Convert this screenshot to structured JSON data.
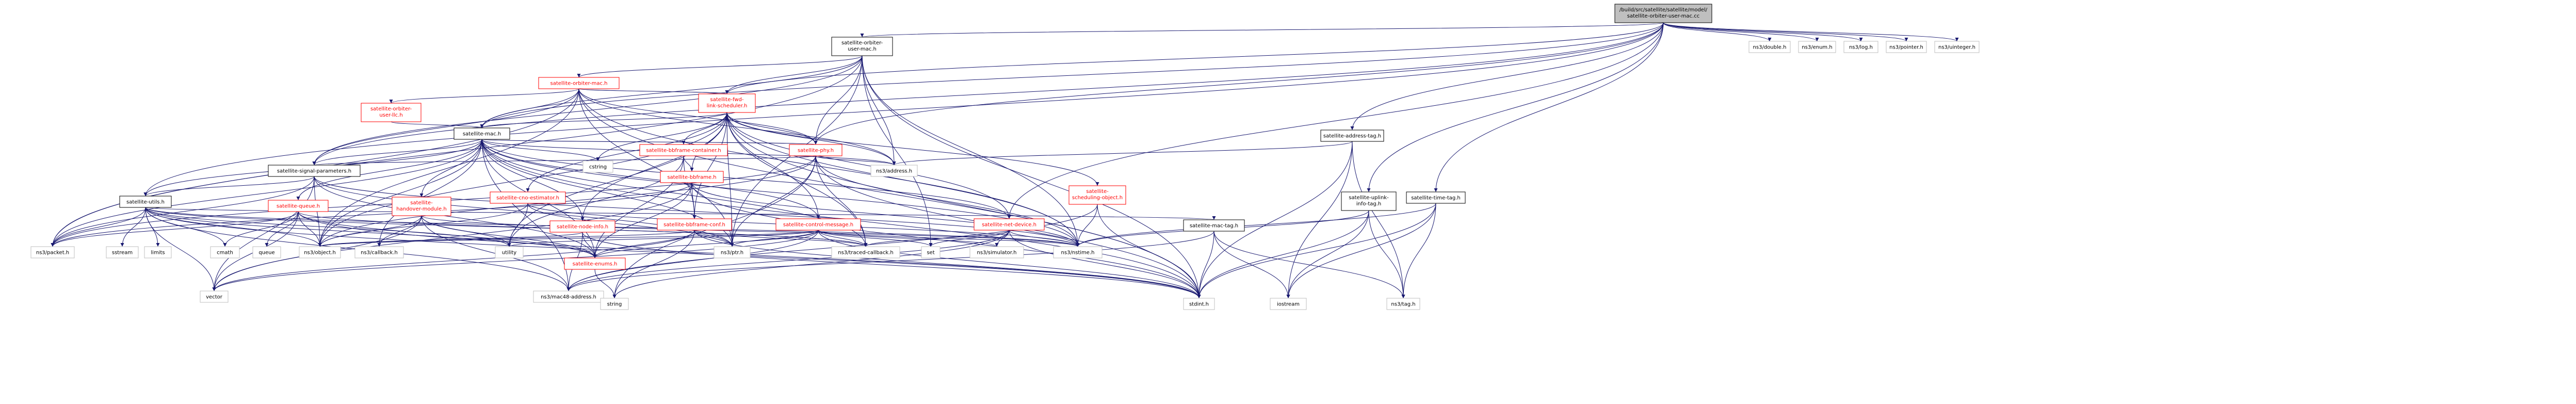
{
  "colors": {
    "root_fill": "#bfbfbf",
    "node_fill": "#ffffff",
    "border_black": "#000000",
    "border_gray": "#bfbfbf",
    "border_red": "#ff0000",
    "text_black": "#000000",
    "text_red": "#ff0000",
    "edge_blue": "#191970"
  },
  "nodes": [
    {
      "id": "root",
      "label": "/build/src/satellite/satellite/model/satellite-orbiter-user-mac.cc",
      "kind": "root"
    },
    {
      "id": "orbiter_user_mac_h",
      "label": "satellite-orbiter-user-mac.h",
      "kind": "local"
    },
    {
      "id": "double",
      "label": "ns3/double.h",
      "kind": "external"
    },
    {
      "id": "enum",
      "label": "ns3/enum.h",
      "kind": "external"
    },
    {
      "id": "log",
      "label": "ns3/log.h",
      "kind": "external"
    },
    {
      "id": "pointer",
      "label": "ns3/pointer.h",
      "kind": "external"
    },
    {
      "id": "uinteger",
      "label": "ns3/uinteger.h",
      "kind": "external"
    },
    {
      "id": "orbiter_mac_h",
      "label": "satellite-orbiter-mac.h",
      "kind": "red"
    },
    {
      "id": "address_tag_h",
      "label": "satellite-address-tag.h",
      "kind": "local"
    },
    {
      "id": "uplink_info_tag_h",
      "label": "satellite-uplink-info-tag.h",
      "kind": "local"
    },
    {
      "id": "time_tag_h",
      "label": "satellite-time-tag.h",
      "kind": "local"
    },
    {
      "id": "orbiter_user_llc_h",
      "label": "satellite-orbiter-user-llc.h",
      "kind": "red"
    },
    {
      "id": "fwd_link_scheduler_h",
      "label": "satellite-fwd-link-scheduler.h",
      "kind": "red"
    },
    {
      "id": "mac_h",
      "label": "satellite-mac.h",
      "kind": "local"
    },
    {
      "id": "bbframe_container_h",
      "label": "satellite-bbframe-container.h",
      "kind": "red"
    },
    {
      "id": "phy_h",
      "label": "satellite-phy.h",
      "kind": "red"
    },
    {
      "id": "address",
      "label": "ns3/address.h",
      "kind": "external"
    },
    {
      "id": "signal_params_h",
      "label": "satellite-signal-parameters.h",
      "kind": "local"
    },
    {
      "id": "bbframe_h",
      "label": "satellite-bbframe.h",
      "kind": "red"
    },
    {
      "id": "scheduling_object_h",
      "label": "satellite-scheduling-object.h",
      "kind": "red"
    },
    {
      "id": "utils_h",
      "label": "satellite-utils.h",
      "kind": "local"
    },
    {
      "id": "queue_h",
      "label": "satellite-queue.h",
      "kind": "red"
    },
    {
      "id": "handover_h",
      "label": "satellite-handover-module.h",
      "kind": "red"
    },
    {
      "id": "cno_estimator_h",
      "label": "satellite-cno-estimator.h",
      "kind": "red"
    },
    {
      "id": "node_info_h",
      "label": "satellite-node-info.h",
      "kind": "red"
    },
    {
      "id": "bbframe_conf_h",
      "label": "satellite-bbframe-conf.h",
      "kind": "red"
    },
    {
      "id": "control_message_h",
      "label": "satellite-control-message.h",
      "kind": "red"
    },
    {
      "id": "net_device_h",
      "label": "satellite-net-device.h",
      "kind": "red"
    },
    {
      "id": "mac_tag_h",
      "label": "satellite-mac-tag.h",
      "kind": "local"
    },
    {
      "id": "cstring",
      "label": "cstring",
      "kind": "external"
    },
    {
      "id": "packet",
      "label": "ns3/packet.h",
      "kind": "external"
    },
    {
      "id": "sstream",
      "label": "sstream",
      "kind": "external"
    },
    {
      "id": "limits",
      "label": "limits",
      "kind": "external"
    },
    {
      "id": "cmath",
      "label": "cmath",
      "kind": "external"
    },
    {
      "id": "queue",
      "label": "queue",
      "kind": "external"
    },
    {
      "id": "object",
      "label": "ns3/object.h",
      "kind": "external"
    },
    {
      "id": "callback",
      "label": "ns3/callback.h",
      "kind": "external"
    },
    {
      "id": "utility",
      "label": "utility",
      "kind": "external"
    },
    {
      "id": "enums",
      "label": "satellite-enums.h",
      "kind": "red"
    },
    {
      "id": "traced_callback",
      "label": "ns3/traced-callback.h",
      "kind": "external"
    },
    {
      "id": "ptr",
      "label": "ns3/ptr.h",
      "kind": "external"
    },
    {
      "id": "set",
      "label": "set",
      "kind": "external"
    },
    {
      "id": "simulator",
      "label": "ns3/simulator.h",
      "kind": "external"
    },
    {
      "id": "nstime",
      "label": "ns3/nstime.h",
      "kind": "external"
    },
    {
      "id": "vector",
      "label": "vector",
      "kind": "external"
    },
    {
      "id": "mac48",
      "label": "ns3/mac48-address.h",
      "kind": "external"
    },
    {
      "id": "string",
      "label": "string",
      "kind": "external"
    },
    {
      "id": "stdint",
      "label": "stdint.h",
      "kind": "external"
    },
    {
      "id": "iostream",
      "label": "iostream",
      "kind": "external"
    },
    {
      "id": "tag",
      "label": "ns3/tag.h",
      "kind": "external"
    }
  ],
  "edges": [
    [
      "root",
      "orbiter_user_mac_h"
    ],
    [
      "root",
      "double"
    ],
    [
      "root",
      "enum"
    ],
    [
      "root",
      "log"
    ],
    [
      "root",
      "pointer"
    ],
    [
      "root",
      "uinteger"
    ],
    [
      "root",
      "address_tag_h"
    ],
    [
      "root",
      "uplink_info_tag_h"
    ],
    [
      "root",
      "time_tag_h"
    ],
    [
      "root",
      "utils_h"
    ],
    [
      "root",
      "mac_h"
    ],
    [
      "root",
      "signal_params_h"
    ],
    [
      "root",
      "net_device_h"
    ],
    [
      "root",
      "phy_h"
    ],
    [
      "root",
      "fwd_link_scheduler_h"
    ],
    [
      "orbiter_user_mac_h",
      "orbiter_mac_h"
    ],
    [
      "orbiter_user_mac_h",
      "fwd_link_scheduler_h"
    ],
    [
      "orbiter_user_mac_h",
      "phy_h"
    ],
    [
      "orbiter_user_mac_h",
      "mac_h"
    ],
    [
      "orbiter_user_mac_h",
      "signal_params_h"
    ],
    [
      "orbiter_user_mac_h",
      "address"
    ],
    [
      "orbiter_user_mac_h",
      "nstime"
    ],
    [
      "orbiter_user_mac_h",
      "ptr"
    ],
    [
      "orbiter_user_mac_h",
      "packet"
    ],
    [
      "orbiter_user_mac_h",
      "stdint"
    ],
    [
      "orbiter_user_mac_h",
      "set"
    ],
    [
      "orbiter_mac_h",
      "orbiter_user_llc_h"
    ],
    [
      "orbiter_mac_h",
      "fwd_link_scheduler_h"
    ],
    [
      "orbiter_mac_h",
      "mac_h"
    ],
    [
      "orbiter_mac_h",
      "phy_h"
    ],
    [
      "orbiter_mac_h",
      "signal_params_h"
    ],
    [
      "orbiter_mac_h",
      "address"
    ],
    [
      "orbiter_mac_h",
      "nstime"
    ],
    [
      "orbiter_mac_h",
      "ptr"
    ],
    [
      "orbiter_mac_h",
      "packet"
    ],
    [
      "orbiter_mac_h",
      "object"
    ],
    [
      "orbiter_mac_h",
      "stdint"
    ],
    [
      "orbiter_user_llc_h",
      "mac_h"
    ],
    [
      "fwd_link_scheduler_h",
      "mac_h"
    ],
    [
      "fwd_link_scheduler_h",
      "bbframe_container_h"
    ],
    [
      "fwd_link_scheduler_h",
      "phy_h"
    ],
    [
      "fwd_link_scheduler_h",
      "bbframe_h"
    ],
    [
      "fwd_link_scheduler_h",
      "scheduling_object_h"
    ],
    [
      "fwd_link_scheduler_h",
      "cno_estimator_h"
    ],
    [
      "fwd_link_scheduler_h",
      "node_info_h"
    ],
    [
      "fwd_link_scheduler_h",
      "bbframe_conf_h"
    ],
    [
      "fwd_link_scheduler_h",
      "control_message_h"
    ],
    [
      "fwd_link_scheduler_h",
      "net_device_h"
    ],
    [
      "fwd_link_scheduler_h",
      "address"
    ],
    [
      "fwd_link_scheduler_h",
      "cstring"
    ],
    [
      "fwd_link_scheduler_h",
      "object"
    ],
    [
      "fwd_link_scheduler_h",
      "ptr"
    ],
    [
      "fwd_link_scheduler_h",
      "nstime"
    ],
    [
      "fwd_link_scheduler_h",
      "traced_callback"
    ],
    [
      "fwd_link_scheduler_h",
      "utility"
    ],
    [
      "fwd_link_scheduler_h",
      "stdint"
    ],
    [
      "mac_h",
      "cstring"
    ],
    [
      "mac_h",
      "phy_h"
    ],
    [
      "mac_h",
      "signal_params_h"
    ],
    [
      "mac_h",
      "utils_h"
    ],
    [
      "mac_h",
      "queue_h"
    ],
    [
      "mac_h",
      "handover_h"
    ],
    [
      "mac_h",
      "node_info_h"
    ],
    [
      "mac_h",
      "control_message_h"
    ],
    [
      "mac_h",
      "net_device_h"
    ],
    [
      "mac_h",
      "address"
    ],
    [
      "mac_h",
      "object"
    ],
    [
      "mac_h",
      "callback"
    ],
    [
      "mac_h",
      "traced_callback"
    ],
    [
      "mac_h",
      "ptr"
    ],
    [
      "mac_h",
      "nstime"
    ],
    [
      "mac_h",
      "packet"
    ],
    [
      "mac_h",
      "mac48"
    ],
    [
      "mac_h",
      "stdint"
    ],
    [
      "mac_h",
      "enums"
    ],
    [
      "bbframe_container_h",
      "bbframe_h"
    ],
    [
      "bbframe_container_h",
      "bbframe_conf_h"
    ],
    [
      "bbframe_container_h",
      "enums"
    ],
    [
      "bbframe_container_h",
      "utility"
    ],
    [
      "phy_h",
      "signal_params_h"
    ],
    [
      "phy_h",
      "address"
    ],
    [
      "phy_h",
      "object"
    ],
    [
      "phy_h",
      "ptr"
    ],
    [
      "phy_h",
      "nstime"
    ],
    [
      "phy_h",
      "packet"
    ],
    [
      "phy_h",
      "string"
    ],
    [
      "phy_h",
      "stdint"
    ],
    [
      "phy_h",
      "traced_callback"
    ],
    [
      "signal_params_h",
      "utils_h"
    ],
    [
      "signal_params_h",
      "object"
    ],
    [
      "signal_params_h",
      "ptr"
    ],
    [
      "signal_params_h",
      "packet"
    ],
    [
      "signal_params_h",
      "vector"
    ],
    [
      "signal_params_h",
      "nstime"
    ],
    [
      "signal_params_h",
      "enums"
    ],
    [
      "bbframe_h",
      "bbframe_conf_h"
    ],
    [
      "bbframe_h",
      "enums"
    ],
    [
      "bbframe_h",
      "nstime"
    ],
    [
      "bbframe_h",
      "packet"
    ],
    [
      "bbframe_h",
      "vector"
    ],
    [
      "bbframe_h",
      "stdint"
    ],
    [
      "scheduling_object_h",
      "nstime"
    ],
    [
      "scheduling_object_h",
      "stdint"
    ],
    [
      "scheduling_object_h",
      "mac48"
    ],
    [
      "utils_h",
      "sstream"
    ],
    [
      "utils_h",
      "limits"
    ],
    [
      "utils_h",
      "cmath"
    ],
    [
      "utils_h",
      "packet"
    ],
    [
      "utils_h",
      "object"
    ],
    [
      "utils_h",
      "utility"
    ],
    [
      "utils_h",
      "enums"
    ],
    [
      "utils_h",
      "vector"
    ],
    [
      "utils_h",
      "mac48"
    ],
    [
      "utils_h",
      "stdint"
    ],
    [
      "utils_h",
      "nstime"
    ],
    [
      "utils_h",
      "mac_tag_h"
    ],
    [
      "utils_h",
      "traced_callback"
    ],
    [
      "queue_h",
      "queue"
    ],
    [
      "queue_h",
      "cmath"
    ],
    [
      "queue_h",
      "packet"
    ],
    [
      "queue_h",
      "object"
    ],
    [
      "queue_h",
      "traced_callback"
    ],
    [
      "queue_h",
      "enums"
    ],
    [
      "queue_h",
      "vector"
    ],
    [
      "queue_h",
      "stdint"
    ],
    [
      "handover_h",
      "object"
    ],
    [
      "handover_h",
      "callback"
    ],
    [
      "handover_h",
      "utility"
    ],
    [
      "handover_h",
      "vector"
    ],
    [
      "handover_h",
      "mac48"
    ],
    [
      "handover_h",
      "nstime"
    ],
    [
      "handover_h",
      "enums"
    ],
    [
      "cno_estimator_h",
      "object"
    ],
    [
      "cno_estimator_h",
      "ptr"
    ],
    [
      "cno_estimator_h",
      "nstime"
    ],
    [
      "cno_estimator_h",
      "utility"
    ],
    [
      "node_info_h",
      "enums"
    ],
    [
      "node_info_h",
      "mac48"
    ],
    [
      "node_info_h",
      "object"
    ],
    [
      "node_info_h",
      "stdint"
    ],
    [
      "bbframe_conf_h",
      "enums"
    ],
    [
      "bbframe_conf_h",
      "vector"
    ],
    [
      "bbframe_conf_h",
      "ptr"
    ],
    [
      "bbframe_conf_h",
      "object"
    ],
    [
      "bbframe_conf_h",
      "string"
    ],
    [
      "bbframe_conf_h",
      "stdint"
    ],
    [
      "bbframe_conf_h",
      "traced_callback"
    ],
    [
      "control_message_h",
      "utility"
    ],
    [
      "control_message_h",
      "object"
    ],
    [
      "control_message_h",
      "ptr"
    ],
    [
      "control_message_h",
      "nstime"
    ],
    [
      "control_message_h",
      "simulator"
    ],
    [
      "control_message_h",
      "enums"
    ],
    [
      "control_message_h",
      "vector"
    ],
    [
      "control_message_h",
      "mac48"
    ],
    [
      "control_message_h",
      "set"
    ],
    [
      "control_message_h",
      "traced_callback"
    ],
    [
      "control_message_h",
      "stdint"
    ],
    [
      "net_device_h",
      "nstime"
    ],
    [
      "net_device_h",
      "simulator"
    ],
    [
      "net_device_h",
      "traced_callback"
    ],
    [
      "net_device_h",
      "mac48"
    ],
    [
      "net_device_h",
      "string"
    ],
    [
      "net_device_h",
      "stdint"
    ],
    [
      "net_device_h",
      "set"
    ],
    [
      "address_tag_h",
      "address"
    ],
    [
      "address_tag_h",
      "tag"
    ],
    [
      "address_tag_h",
      "stdint"
    ],
    [
      "address_tag_h",
      "iostream"
    ],
    [
      "uplink_info_tag_h",
      "nstime"
    ],
    [
      "uplink_info_tag_h",
      "tag"
    ],
    [
      "uplink_info_tag_h",
      "stdint"
    ],
    [
      "uplink_info_tag_h",
      "iostream"
    ],
    [
      "time_tag_h",
      "nstime"
    ],
    [
      "time_tag_h",
      "tag"
    ],
    [
      "time_tag_h",
      "stdint"
    ],
    [
      "time_tag_h",
      "iostream"
    ],
    [
      "mac_tag_h",
      "mac48"
    ],
    [
      "mac_tag_h",
      "tag"
    ],
    [
      "mac_tag_h",
      "stdint"
    ],
    [
      "mac_tag_h",
      "iostream"
    ],
    [
      "enums",
      "string"
    ]
  ]
}
